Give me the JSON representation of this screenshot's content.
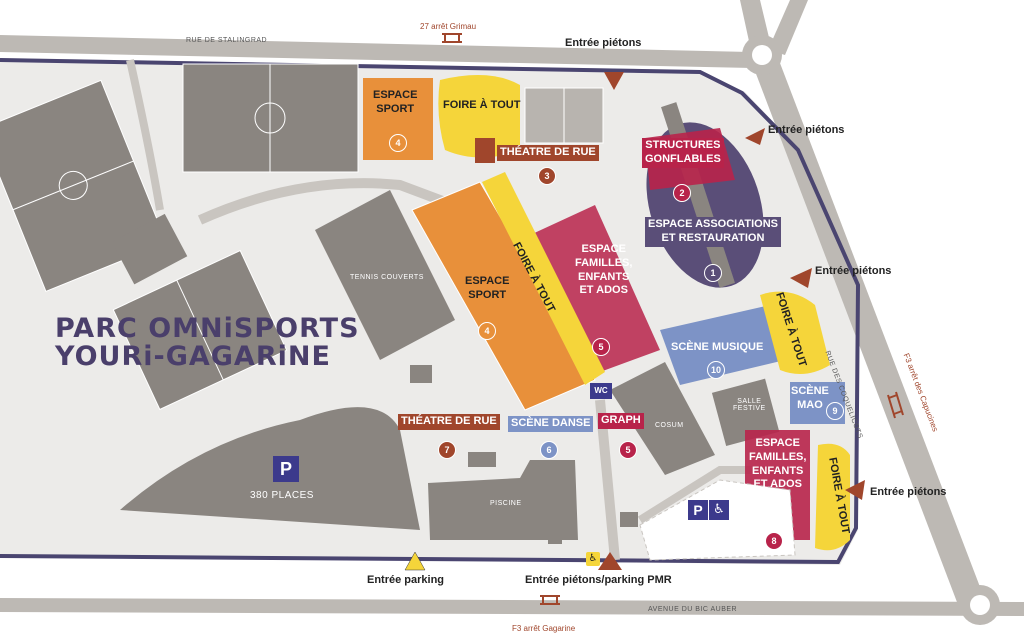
{
  "title": {
    "line1": "PARC OMNiSPORTS",
    "line2": "YOURi-GAGARiNE"
  },
  "streets": {
    "top": "RUE DE STALINGRAD",
    "bottom": "AVENUE DU BIC AUBER",
    "right": "RUE DES COQUELICOTS"
  },
  "transit": {
    "top": "27 arrêt Grimau",
    "bottom": "F3 arrêt Gagarine",
    "right": "F3 arrêt des Capucines"
  },
  "entrances": {
    "top": "Entrée piétons",
    "right1": "Entrée piétons",
    "right2": "Entrée piétons",
    "right3": "Entrée piétons",
    "parking": "Entrée parking",
    "pmr": "Entrée piétons/parking PMR"
  },
  "buildings": {
    "tennis": "TENNIS COUVERTS",
    "piscine": "PISCINE",
    "cosum": "COSUM",
    "salle_festive": "SALLE\nFESTIVE",
    "parking_letter": "P",
    "parking_places": "380 PLACES",
    "wc": "WC"
  },
  "zones": [
    {
      "id": "espace-sport-top",
      "label": "ESPACE\nSPORT",
      "num": "4"
    },
    {
      "id": "foire-top",
      "label": "FOIRE À TOUT"
    },
    {
      "id": "theatre-top",
      "label": "THÉATRE DE RUE",
      "num": "3"
    },
    {
      "id": "structures",
      "label": "STRUCTURES\nGONFLABLES",
      "num": "2"
    },
    {
      "id": "associations",
      "label": "ESPACE ASSOCIATIONS\nET RESTAURATION",
      "num": "1"
    },
    {
      "id": "foire-center",
      "label": "FOIRE À TOUT"
    },
    {
      "id": "espace-sport-center",
      "label": "ESPACE\nSPORT",
      "num": "4"
    },
    {
      "id": "familles-center",
      "label": "ESPACE\nFAMILLES,\nENFANTS\nET ADOS",
      "num": "5"
    },
    {
      "id": "scene-musique",
      "label": "SCÈNE MUSIQUE",
      "num": "10"
    },
    {
      "id": "foire-right",
      "label": "FOIRE À TOUT"
    },
    {
      "id": "scene-mao",
      "label": "SCÈNE\nMAO",
      "num": "9"
    },
    {
      "id": "theatre-left",
      "label": "THÉATRE DE RUE",
      "num": "7"
    },
    {
      "id": "scene-danse",
      "label": "SCÈNE DANSE",
      "num": "6"
    },
    {
      "id": "graph",
      "label": "GRAPH",
      "num": "5"
    },
    {
      "id": "familles-right",
      "label": "ESPACE\nFAMILLES,\nENFANTS\nET ADOS",
      "num": "8"
    },
    {
      "id": "foire-bottom",
      "label": "FOIRE À TOUT"
    }
  ],
  "colors": {
    "orange": "#e8903a",
    "yellow": "#f5d53a",
    "crimson": "#b8234a",
    "blue": "#7d93c6",
    "navy": "#4a4570",
    "purple": "#5a4e78",
    "grey": "#8a8580",
    "lightgrey": "#d9d6d2",
    "rust": "#a0462c"
  }
}
